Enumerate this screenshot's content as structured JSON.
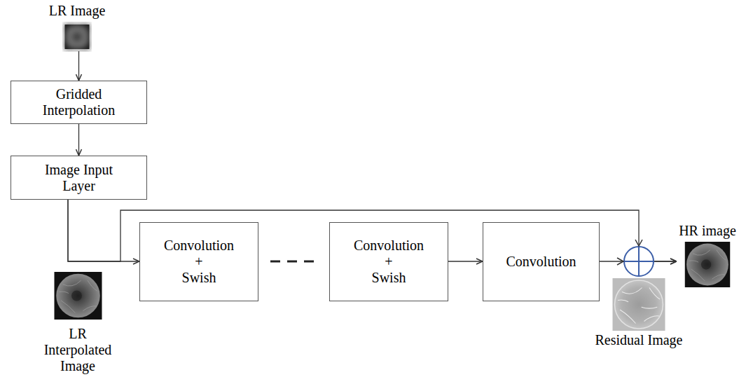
{
  "diagram": {
    "nodes": [
      {
        "text": [
          "LR Image"
        ]
      },
      {
        "text": [
          "Gridded Interpolation"
        ]
      },
      {
        "text": [
          "Image Input Layer"
        ]
      },
      {
        "text": [
          "LR Interpolated Image"
        ]
      },
      {
        "text": [
          "Convolution + Swish"
        ]
      },
      {
        "text": [
          "Convolution + Swish"
        ]
      },
      {
        "text": [
          "Convolution"
        ]
      },
      {
        "text": [
          "HR image"
        ]
      },
      {
        "text": [
          "Residual Image"
        ]
      }
    ],
    "edges": [
      {
        "from": 0,
        "to": 1,
        "arrow": "to"
      },
      {
        "from": 1,
        "to": 2,
        "arrow": "to"
      },
      {
        "from": 2,
        "to": 4,
        "arrow": "to"
      },
      {
        "from": 2,
        "to": 7,
        "arrow": "to"
      },
      {
        "from": 5,
        "to": 6,
        "arrow": "to"
      },
      {
        "from": 6,
        "to": 7,
        "arrow": "to"
      }
    ]
  }
}
